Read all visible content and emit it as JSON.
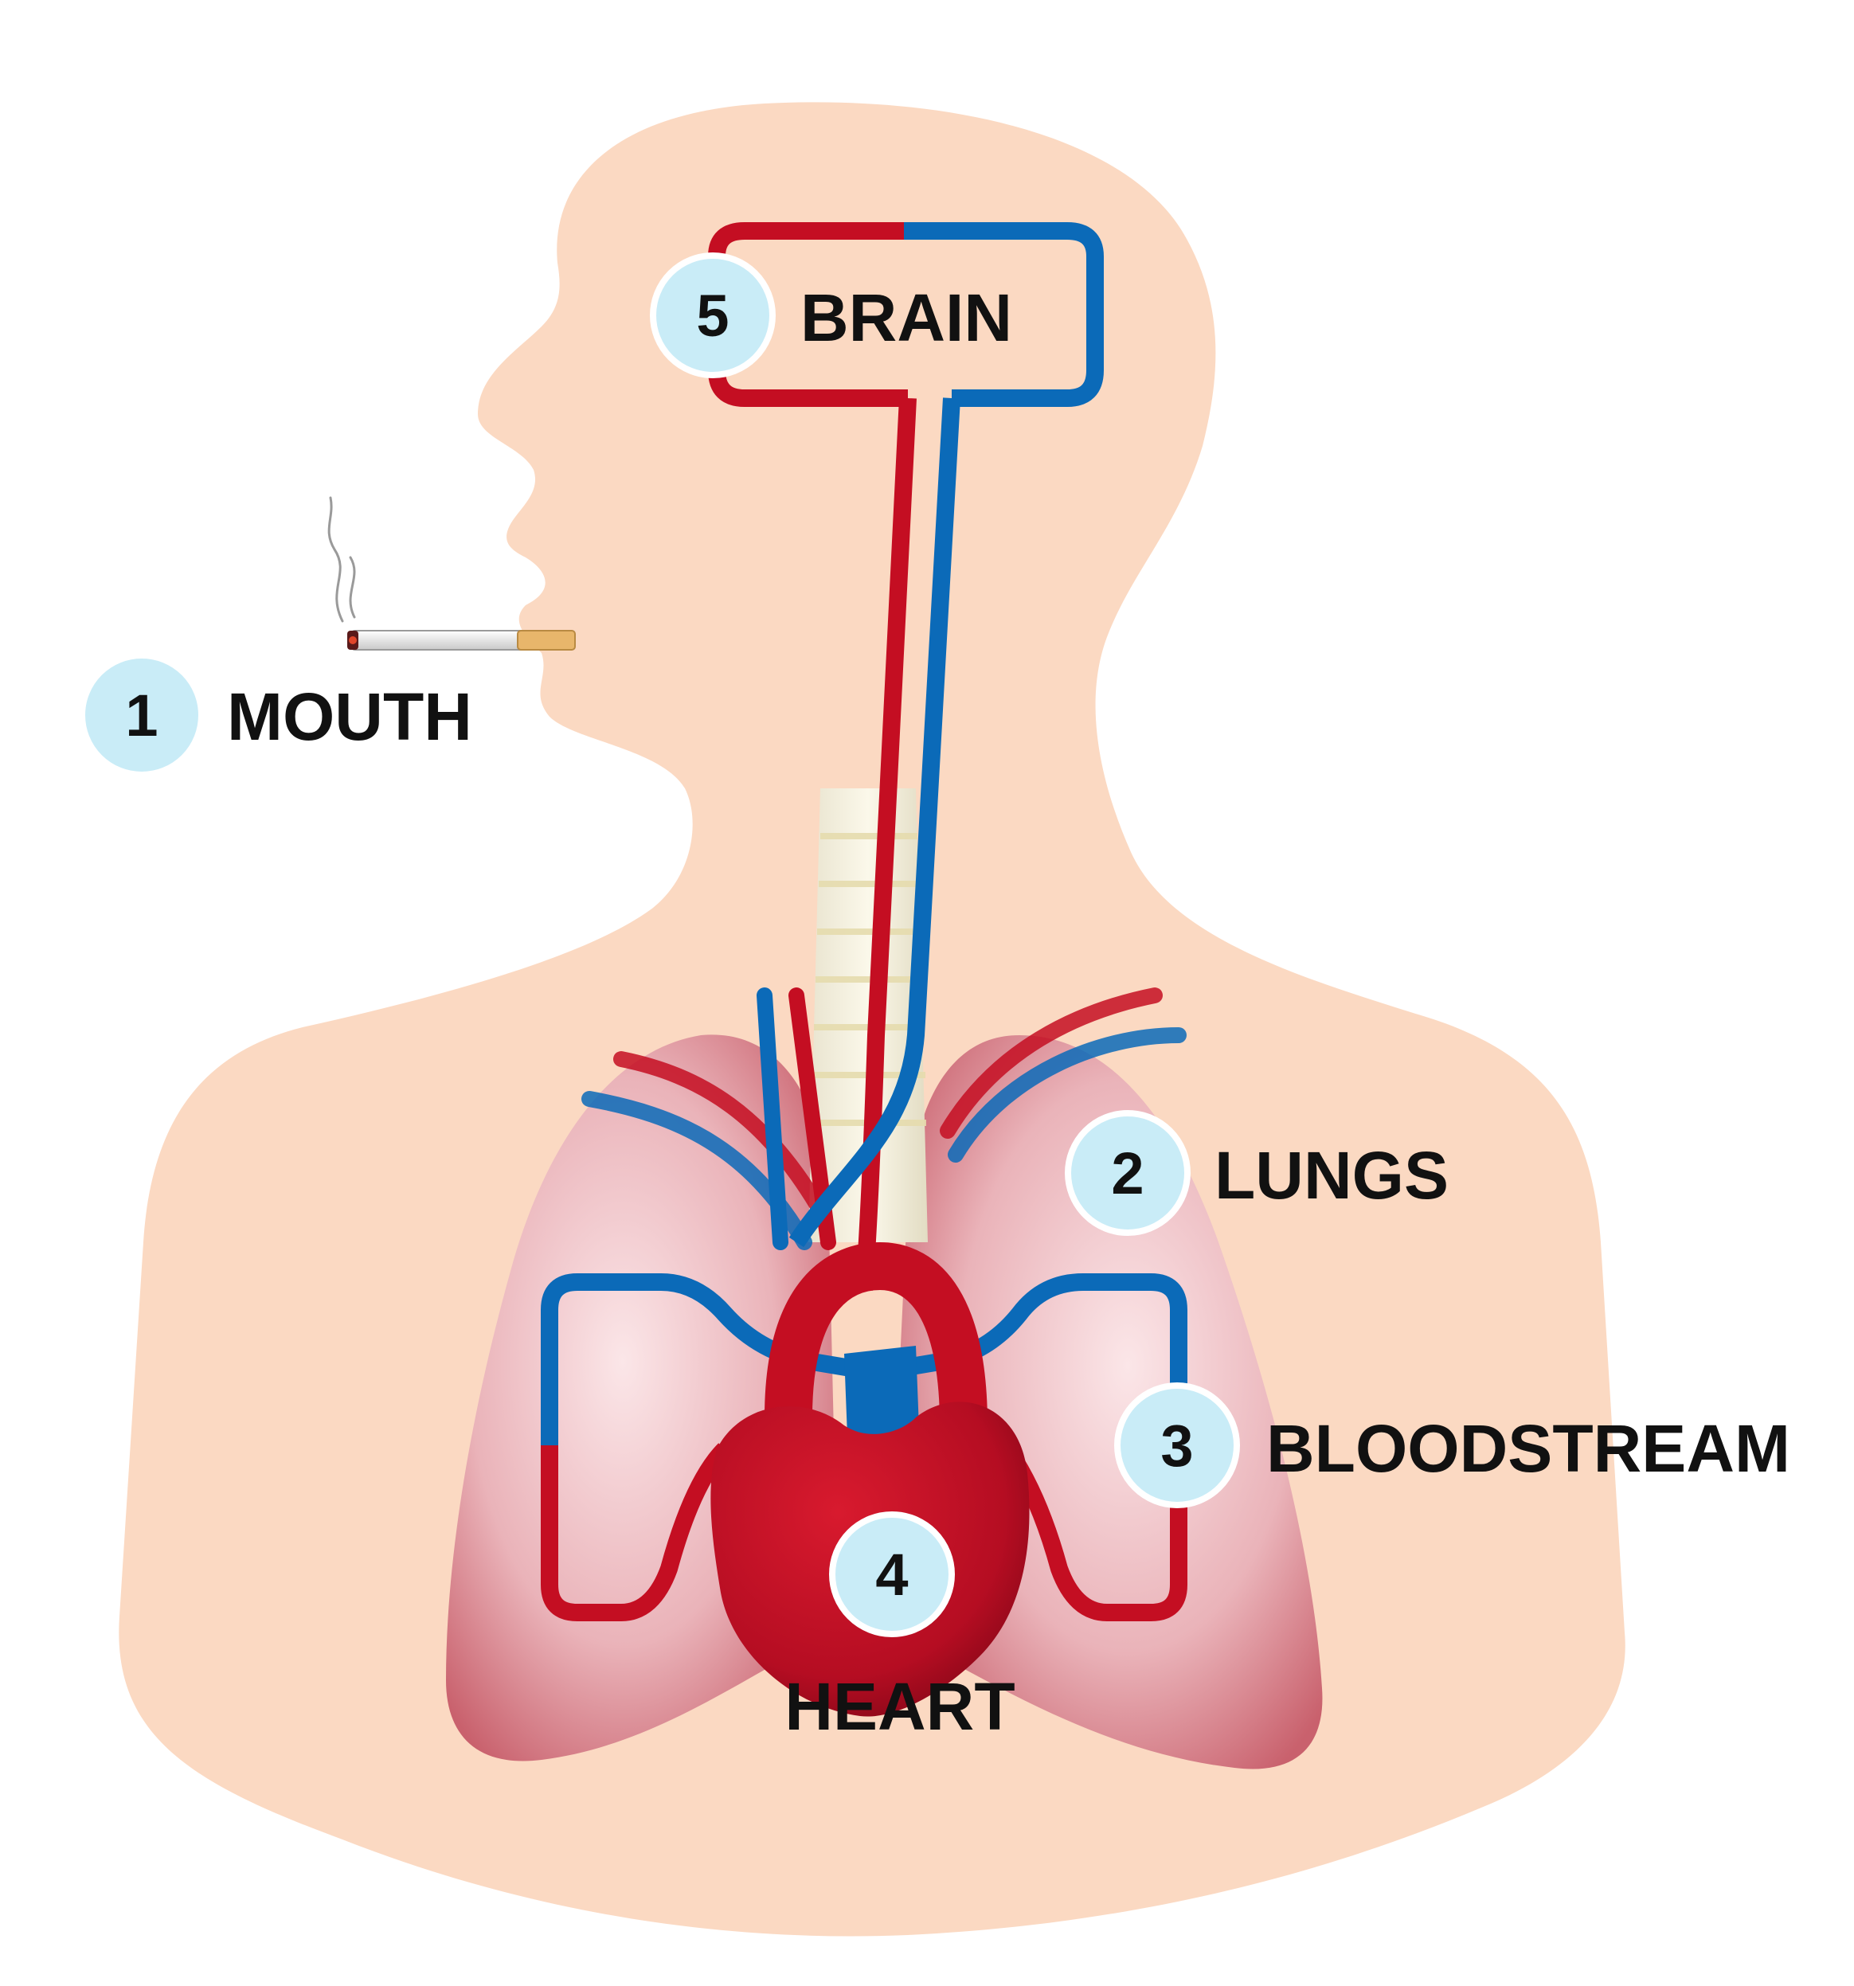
{
  "steps": [
    {
      "number": "1",
      "label": "MOUTH"
    },
    {
      "number": "2",
      "label": "LUNGS"
    },
    {
      "number": "3",
      "label": "BLOODSTREAM"
    },
    {
      "number": "4",
      "label": "HEART"
    },
    {
      "number": "5",
      "label": "BRAIN"
    }
  ],
  "colors": {
    "skin": "#fbd9c2",
    "artery": "#c40e22",
    "vein": "#0b6ab8",
    "badge_fill": "#c9ecf7",
    "badge_border": "#ffffff",
    "lung": "#e8a7ae",
    "text": "#111111"
  }
}
